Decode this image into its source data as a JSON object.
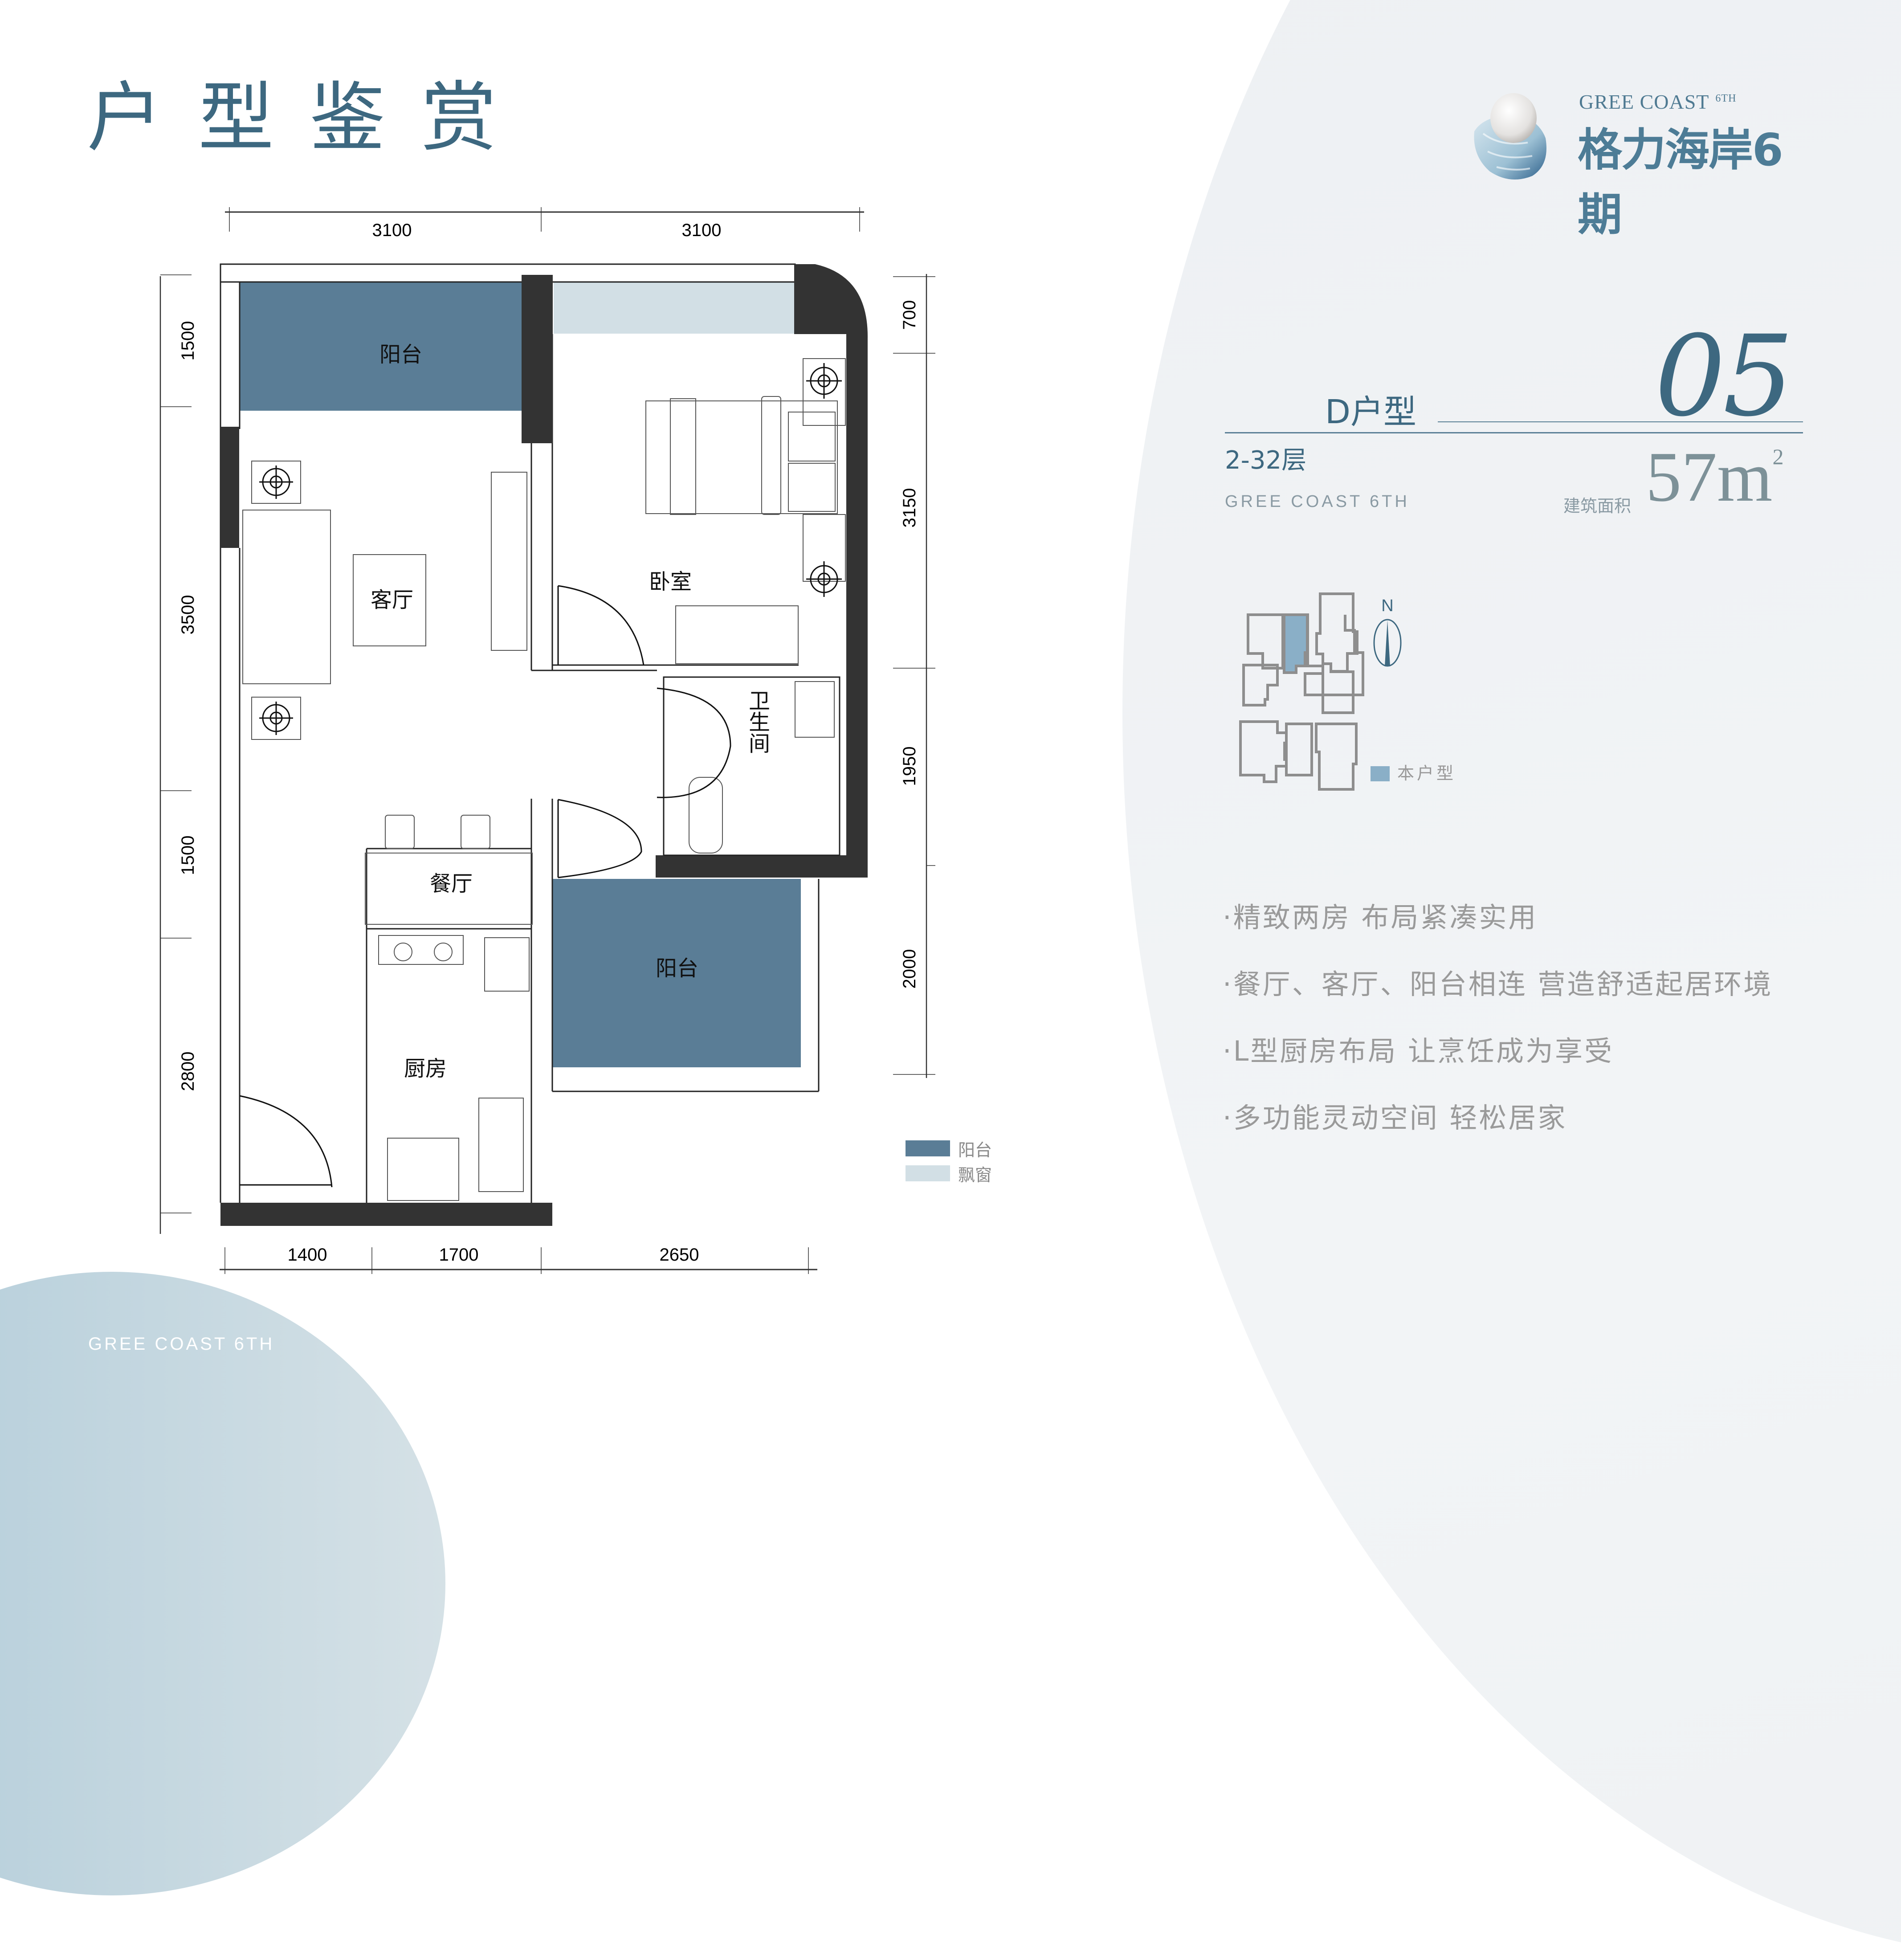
{
  "page": {
    "title": "户型鉴赏",
    "footer_en": "GREE COAST 6TH"
  },
  "logo": {
    "en": "GREE COAST",
    "en_sup": "6TH",
    "cn": "格力海岸6期",
    "icon": "pearl-shell-icon"
  },
  "unit": {
    "type_label": "D户型",
    "number": "05",
    "floors": "2-32层",
    "en_sub": "GREE COAST 6TH",
    "area_label": "建筑面积",
    "area_value": "57m",
    "area_unit_sup": "2"
  },
  "keyplan": {
    "north_label": "N",
    "legend_label": "本户型",
    "highlight_color": "#8aafc7"
  },
  "features": [
    "·精致两房 布局紧凑实用",
    "·餐厅、客厅、阳台相连 营造舒适起居环境",
    "·L型厨房布局 让烹饪成为享受",
    "·多功能灵动空间 轻松居家"
  ],
  "floorplan": {
    "rooms": {
      "balcony_north": "阳台",
      "living": "客厅",
      "bedroom": "卧室",
      "bathroom": "卫生间",
      "dining": "餐厅",
      "kitchen": "厨房",
      "balcony_south": "阳台"
    },
    "dims_top": [
      "3100",
      "3100"
    ],
    "dims_bottom": [
      "1400",
      "1700",
      "2650"
    ],
    "dims_left": [
      "1500",
      "3500",
      "1500",
      "2800"
    ],
    "dims_right": [
      "700",
      "3150",
      "1950",
      "2000"
    ]
  },
  "legend": [
    {
      "label": "阳台",
      "color": "#5a7d96"
    },
    {
      "label": "飘窗",
      "color": "#d2dfe5"
    }
  ],
  "colors": {
    "accent": "#3d6880",
    "balcony": "#5a7d96",
    "bay_window": "#d2dfe5",
    "wall": "#333333",
    "text_gray": "#9a9a9a"
  }
}
